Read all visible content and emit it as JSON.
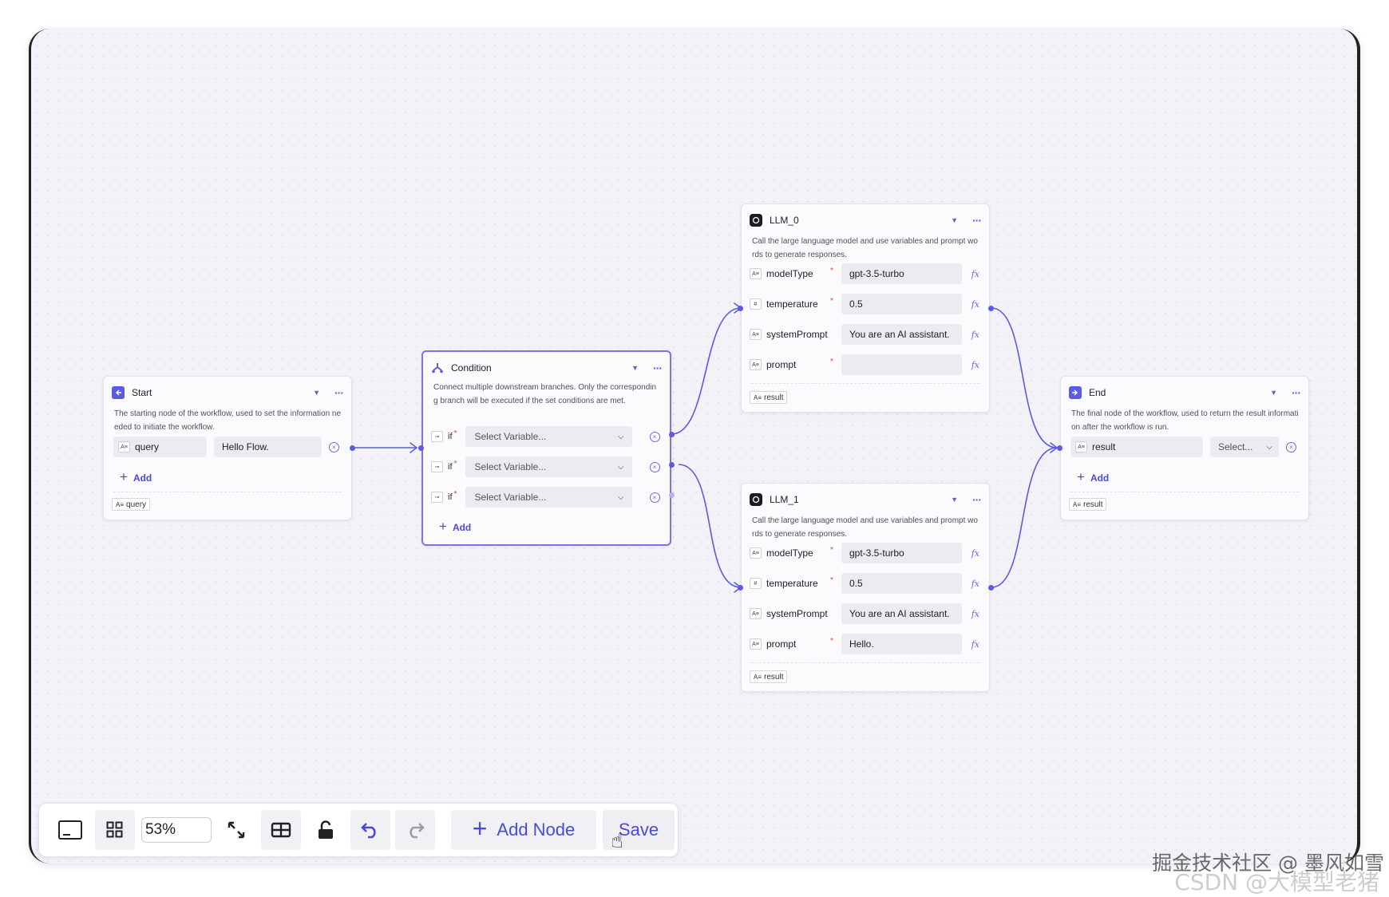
{
  "nodes": {
    "start": {
      "title": "Start",
      "description": "The starting node of the workflow, used to set the information needed to initiate the workflow.",
      "input": {
        "name": "query",
        "value": "Hello Flow."
      },
      "add_label": "Add",
      "output_tag": "query"
    },
    "condition": {
      "title": "Condition",
      "description": "Connect multiple downstream branches. Only the corresponding branch will be executed if the set conditions are met.",
      "branches": [
        {
          "label": "if",
          "placeholder": "Select Variable..."
        },
        {
          "label": "if",
          "placeholder": "Select Variable..."
        },
        {
          "label": "if",
          "placeholder": "Select Variable..."
        }
      ],
      "add_label": "Add"
    },
    "llm_0": {
      "title": "LLM_0",
      "description": "Call the large language model and use variables and prompt words to generate responses.",
      "params": [
        {
          "name": "modelType",
          "value": "gpt-3.5-turbo",
          "required": true
        },
        {
          "name": "temperature",
          "value": "0.5",
          "required": true
        },
        {
          "name": "systemPrompt",
          "value": "You are an AI assistant.",
          "required": false
        },
        {
          "name": "prompt",
          "value": "",
          "required": true
        }
      ],
      "output_tag": "result"
    },
    "llm_1": {
      "title": "LLM_1",
      "description": "Call the large language model and use variables and prompt words to generate responses.",
      "params": [
        {
          "name": "modelType",
          "value": "gpt-3.5-turbo",
          "required": true
        },
        {
          "name": "temperature",
          "value": "0.5",
          "required": true
        },
        {
          "name": "systemPrompt",
          "value": "You are an AI assistant.",
          "required": false
        },
        {
          "name": "prompt",
          "value": "Hello.",
          "required": true
        }
      ],
      "output_tag": "result"
    },
    "end": {
      "title": "End",
      "description": "The final node of the workflow, used to return the result information after the workflow is run.",
      "output": {
        "name": "result",
        "placeholder": "Select..."
      },
      "add_label": "Add",
      "output_tag": "result"
    }
  },
  "toolbar": {
    "zoom": "53%",
    "add_node_label": "Add Node",
    "save_label": "Save"
  },
  "watermark": {
    "line1": "掘金技术社区 @ 墨风如雪",
    "line2": "CSDN @大模型老猪"
  },
  "colors": {
    "accent": "#5b5be6",
    "required": "#e0443c",
    "canvas": "#f2f2f8"
  }
}
